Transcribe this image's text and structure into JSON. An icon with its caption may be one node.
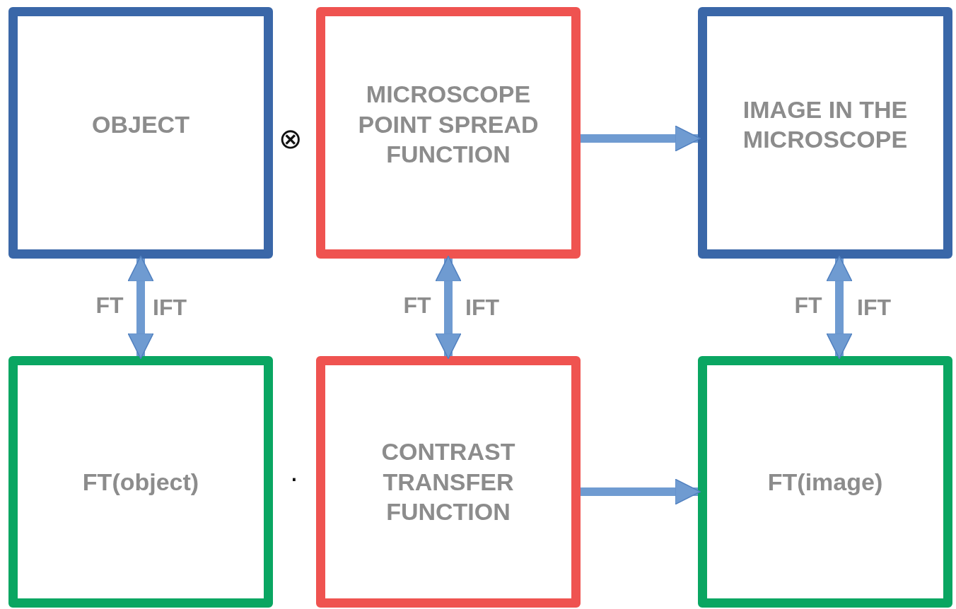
{
  "diagram": {
    "nodes": [
      {
        "text": [
          "OBJECT"
        ]
      },
      {
        "text": [
          "MICROSCOPE POINT SPREAD FUNCTION"
        ]
      },
      {
        "text": [
          "IMAGE IN THE MICROSCOPE"
        ]
      },
      {
        "text": [
          "FT(object)"
        ]
      },
      {
        "text": [
          "CONTRAST TRANSFER FUNCTION"
        ]
      },
      {
        "text": [
          "FT(image)"
        ]
      }
    ],
    "edges": [
      {
        "from": 1,
        "to": 2,
        "arrow": "to"
      },
      {
        "from": 0,
        "to": 3,
        "arrow": "both",
        "label": "FT"
      },
      {
        "from": 1,
        "to": 4,
        "arrow": "both",
        "label": "FT"
      },
      {
        "from": 2,
        "to": 5,
        "arrow": "both",
        "label": "FT"
      },
      {
        "from": 4,
        "to": 5,
        "arrow": "to"
      }
    ],
    "labels": [
      "⊗",
      "IFT",
      "IFT",
      "IFT",
      "·"
    ]
  }
}
